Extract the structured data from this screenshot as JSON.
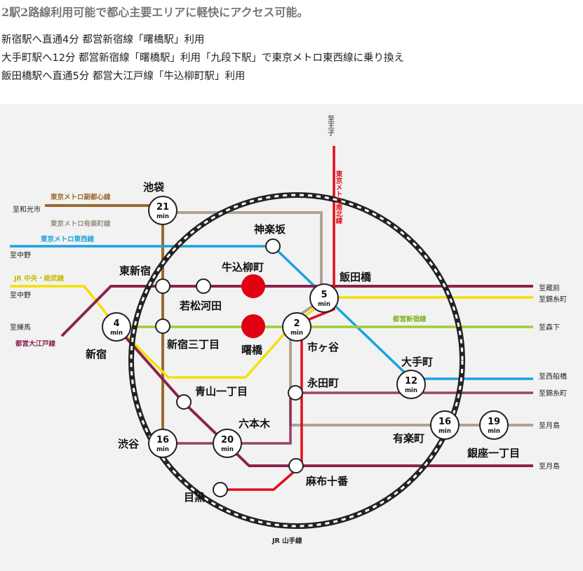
{
  "headline": "2駅2路線利用可能で都心主要エリアに軽快にアクセス可能。",
  "access_lines": [
    "新宿駅へ直通4分 都営新宿線「曙橋駅」利用",
    "大手町駅へ12分 都営新宿線「曙橋駅」利用「九段下駅」で東京メトロ東西線に乗り換え",
    "飯田橋駅へ直通5分 都営大江戸線「牛込柳町駅」利用"
  ],
  "colors": {
    "fukutoshin": "#9b6a2f",
    "yurakucho": "#b0a294",
    "tozai": "#1aa3dd",
    "chuo": "#f2e100",
    "oedo": "#8a2350",
    "shinjuku": "#9ccc2e",
    "namboku": "#e30c1c",
    "hibiya": "#b0a294",
    "yamanote": "#222222",
    "home": "#e00012"
  },
  "map": {
    "line_labels": {
      "fukutoshin": "東京メトロ副都心線",
      "yurakucho": "東京メトロ有楽町線",
      "tozai": "東京メトロ東西線",
      "chuo": "JR 中央・総武線",
      "oedo": "都営大江戸線",
      "shinjuku": "都営新宿線",
      "namboku": "東京メトロ南北線",
      "yamanote": "JR 山手線"
    },
    "destinations": {
      "wakoshi": "至和光市",
      "nakano_tozai": "至中野",
      "nakano_chuo": "至中野",
      "nerima": "至練馬",
      "oji": "至王子",
      "kuramae": "至蔵前",
      "kinshicho_1": "至錦糸町",
      "morishita": "至森下",
      "nishifunabashi": "至西船橋",
      "kinshicho_2": "至錦糸町",
      "tsukishima_1": "至月島",
      "tsukishima_2": "至月島"
    },
    "stations": {
      "ikebukuro": "池袋",
      "kagurazaka": "神楽坂",
      "higashishinjuku": "東新宿",
      "ushigomeyanagicho": "牛込柳町",
      "iidabashi": "飯田橋",
      "wakamatsukawada": "若松河田",
      "shinjuku": "新宿",
      "shinjukusanchome": "新宿三丁目",
      "akebonobashi": "曙橋",
      "ichigaya": "市ヶ谷",
      "otemachi": "大手町",
      "nagatacho": "永田町",
      "aoyamaitchome": "青山一丁目",
      "yurakucho": "有楽町",
      "ginzaitchome": "銀座一丁目",
      "roppongi": "六本木",
      "shibuya": "渋谷",
      "azabujuban": "麻布十番",
      "meguro": "目黒"
    },
    "travel_times": {
      "ikebukuro": "21",
      "iidabashi": "5",
      "shinjuku": "4",
      "ichigaya": "2",
      "otemachi": "12",
      "yurakucho": "16",
      "ginzaitchome": "19",
      "shibuya": "16",
      "roppongi": "20"
    },
    "unit": "min"
  }
}
